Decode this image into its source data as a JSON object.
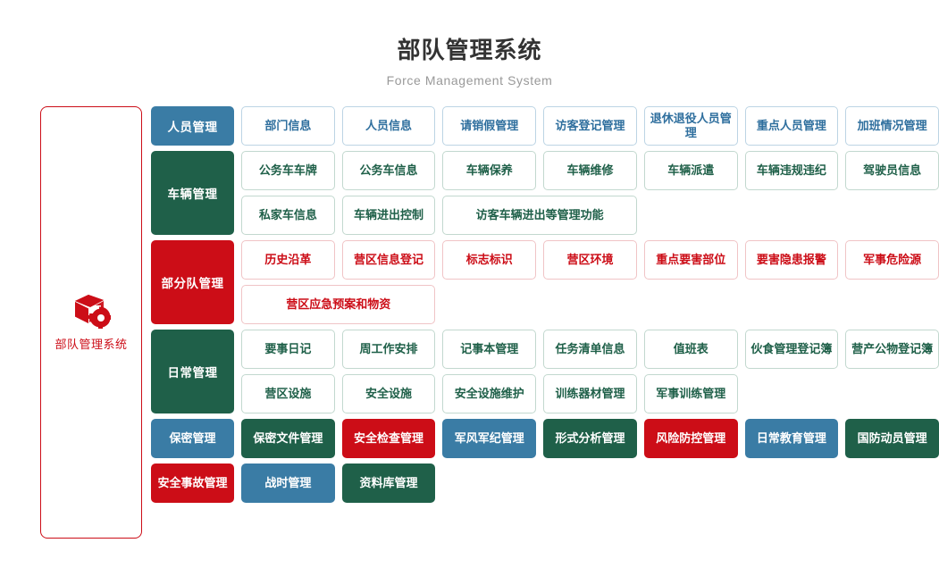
{
  "header": {
    "title": "部队管理系统",
    "subtitle": "Force Management System"
  },
  "sidebar": {
    "label": "部队管理系统",
    "icon": "cube-gear-icon",
    "accent": "#cc0d17"
  },
  "colors": {
    "blue": "#3a7ca5",
    "green": "#1f6049",
    "red": "#cc0d17",
    "blue_outline_border": "#bcd4e4",
    "green_outline_border": "#c2d8cf",
    "red_outline_border": "#f0c4c6",
    "title": "#333333",
    "subtitle": "#999999"
  },
  "categories": [
    {
      "label": "人员管理",
      "color": "blue",
      "rows": [
        [
          "部门信息",
          "人员信息",
          "请销假管理",
          "访客登记管理",
          "退休退役人员管理",
          "重点人员管理",
          "加班情况管理"
        ]
      ]
    },
    {
      "label": "车辆管理",
      "color": "green",
      "rows": [
        [
          "公务车车牌",
          "公务车信息",
          "车辆保养",
          "车辆维修",
          "车辆派遣",
          "车辆违规违纪",
          "驾驶员信息"
        ],
        [
          "私家车信息",
          "车辆进出控制",
          "访客车辆进出等管理功能"
        ]
      ],
      "wide_items": [
        "访客车辆进出等管理功能"
      ]
    },
    {
      "label": "部分队管理",
      "color": "red",
      "rows": [
        [
          "历史沿革",
          "营区信息登记",
          "标志标识",
          "营区环境",
          "重点要害部位",
          "要害隐患报警",
          "军事危险源"
        ],
        [
          "营区应急预案和物资"
        ]
      ],
      "wide_items": [
        "营区应急预案和物资"
      ]
    },
    {
      "label": "日常管理",
      "color": "green",
      "rows": [
        [
          "要事日记",
          "周工作安排",
          "记事本管理",
          "任务清单信息",
          "值班表",
          "伙食管理登记簿",
          "营产公物登记簿"
        ],
        [
          "营区设施",
          "安全设施",
          "安全设施维护",
          "训练器材管理",
          "军事训练管理"
        ]
      ]
    }
  ],
  "bottom_rows": [
    [
      {
        "label": "保密管理",
        "color": "blue"
      },
      {
        "label": "保密文件管理",
        "color": "green"
      },
      {
        "label": "安全检查管理",
        "color": "red"
      },
      {
        "label": "军风军纪管理",
        "color": "blue"
      },
      {
        "label": "形式分析管理",
        "color": "green"
      },
      {
        "label": "风险防控管理",
        "color": "red"
      },
      {
        "label": "日常教育管理",
        "color": "blue"
      },
      {
        "label": "国防动员管理",
        "color": "green"
      }
    ],
    [
      {
        "label": "安全事故管理",
        "color": "red"
      },
      {
        "label": "战时管理",
        "color": "blue"
      },
      {
        "label": "资料库管理",
        "color": "green"
      }
    ]
  ]
}
